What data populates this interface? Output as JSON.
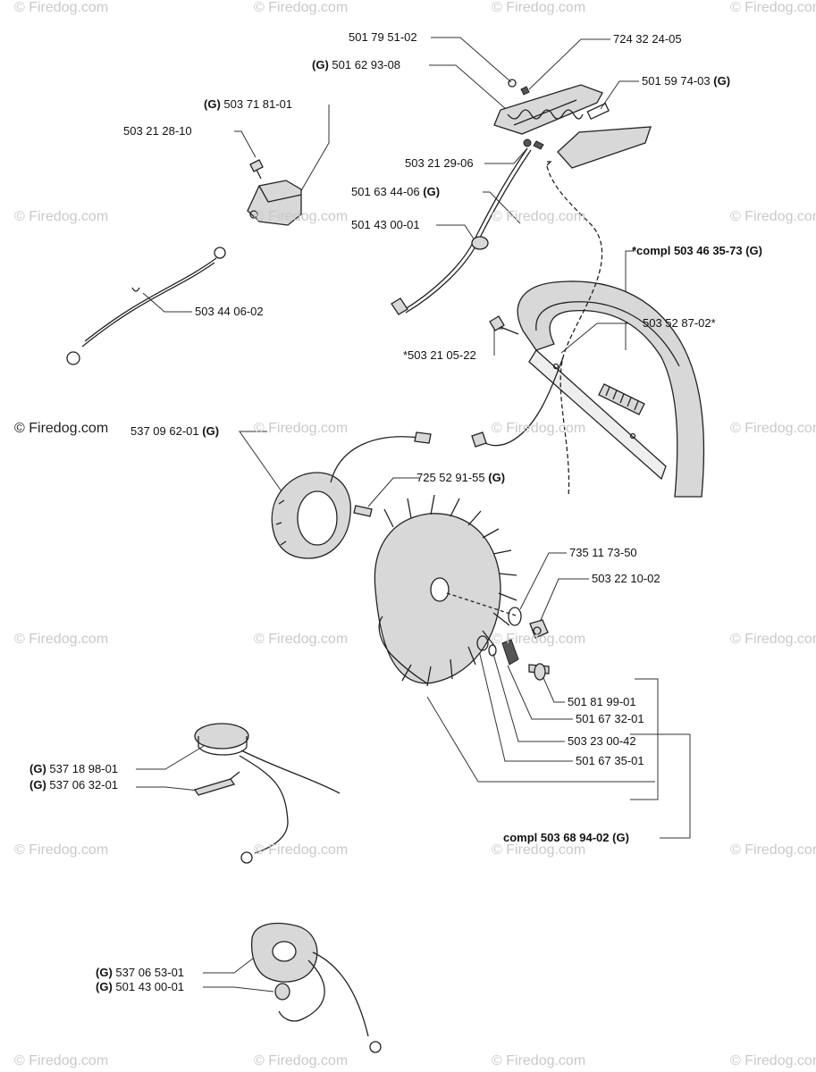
{
  "watermark": "© Firedog.com",
  "labels": {
    "p_501795102": "501 79 51-02",
    "p_724322405": "724 32 24-05",
    "p_501629308": "501 62 93-08",
    "p_501597403": "501 59 74-03",
    "p_503718101": "503 71 81-01",
    "p_503212810": "503 21 28-10",
    "p_503212906": "503 21 29-06",
    "p_501634406": "501 63 44-06",
    "p_501430001": "501 43 00-01",
    "p_compl503463573": "*compl 503 46 35-73",
    "p_503528702": "503 52 87-02*",
    "p_503440602": "503 44 06-02",
    "p_503210522": "*503 21 05-22",
    "p_537096201": "537 09 62-01",
    "p_725529155": "725 52 91-55",
    "p_735117350": "735 11 73-50",
    "p_503221002": "503 22 10-02",
    "p_501819901": "501 81 99-01",
    "p_501673201": "501 67 32-01",
    "p_503230042": "503 23 00-42",
    "p_501673501": "501 67 35-01",
    "p_compl503689402": "compl 503 68 94-02",
    "p_537189801": "537 18 98-01",
    "p_537063201": "537 06 32-01",
    "p_537065301": "537 06 53-01",
    "p_501430001b": "501 43 00-01",
    "g": "(G)"
  }
}
